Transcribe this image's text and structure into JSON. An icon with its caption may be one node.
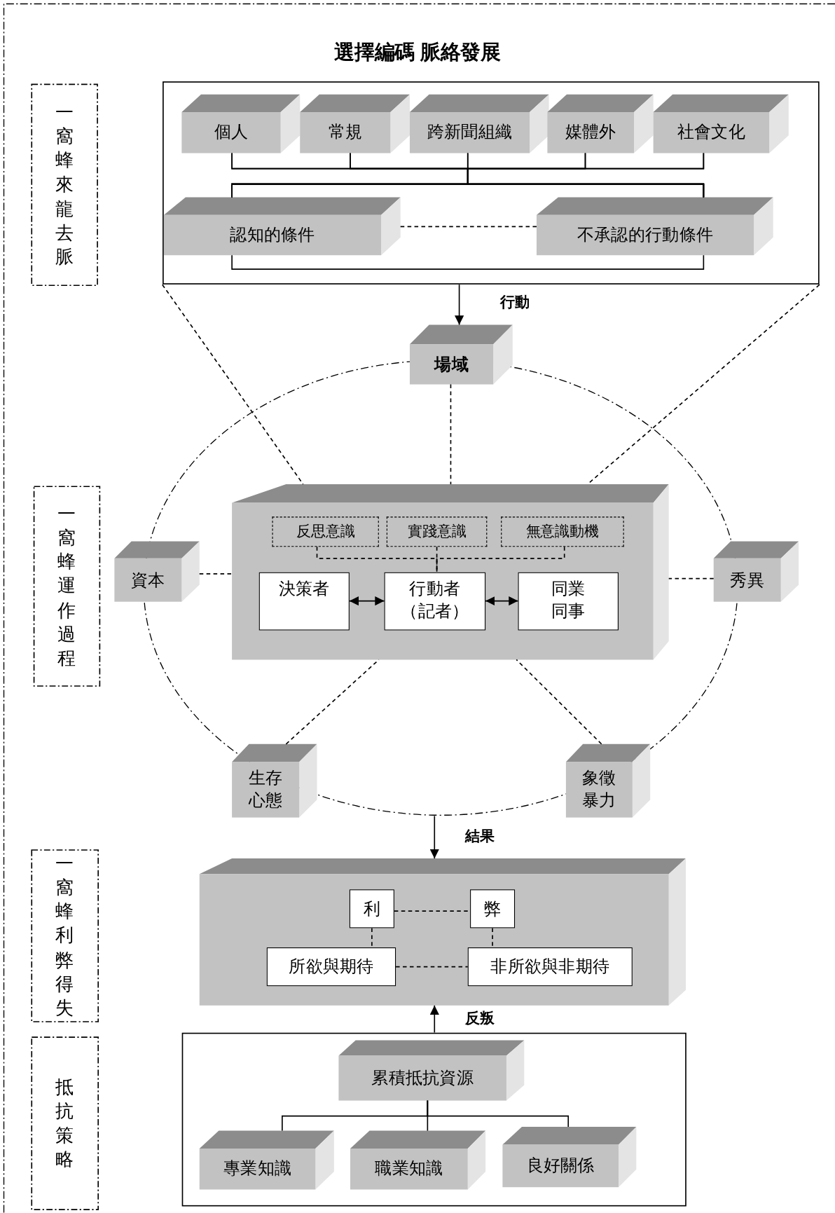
{
  "diagram": {
    "title": "選擇編碼 脈絡發展",
    "nodes": [
      {
        "text": [
          "一窩蜂來龍去脈"
        ]
      },
      {
        "text": [],
        "shape": "box"
      },
      {
        "text": [
          "個人"
        ],
        "in": 1
      },
      {
        "text": [
          "常規"
        ],
        "in": 1
      },
      {
        "text": [
          "跨新聞組織"
        ],
        "in": 1
      },
      {
        "text": [
          "媒體外"
        ],
        "in": 1
      },
      {
        "text": [
          "社會文化"
        ],
        "in": 1
      },
      {
        "text": [
          "認知的條件"
        ],
        "in": 1
      },
      {
        "text": [
          "不承認的行動條件"
        ],
        "in": 1
      },
      {
        "text": [
          "場域"
        ]
      },
      {
        "text": [
          "一窩蜂運作過程"
        ]
      },
      {
        "text": [],
        "shape": "ellipse"
      },
      {
        "text": [
          "資本"
        ]
      },
      {
        "text": [],
        "shape": "cube",
        "in": 11
      },
      {
        "text": [
          "反思意識"
        ],
        "in": 13
      },
      {
        "text": [
          "實踐意識"
        ],
        "in": 13
      },
      {
        "text": [
          "無意識動機"
        ],
        "in": 13
      },
      {
        "text": [
          "決策者"
        ],
        "in": 13
      },
      {
        "text": [
          "行動者（記者）"
        ],
        "in": 13
      },
      {
        "text": [
          "同業同事"
        ],
        "in": 13
      },
      {
        "text": [
          "秀異"
        ]
      },
      {
        "text": [
          "生存心態"
        ]
      },
      {
        "text": [
          "象徵暴力"
        ]
      },
      {
        "text": [
          "一窩蜂利弊得失"
        ]
      },
      {
        "text": [],
        "shape": "cube"
      },
      {
        "text": [
          "利"
        ],
        "in": 24
      },
      {
        "text": [
          "弊"
        ],
        "in": 24
      },
      {
        "text": [
          "所欲與期待"
        ],
        "in": 24
      },
      {
        "text": [
          "非所欲與非期待"
        ],
        "in": 24
      },
      {
        "text": [
          "抵抗策略"
        ]
      },
      {
        "text": [],
        "shape": "box"
      },
      {
        "text": [
          "累積抵抗資源"
        ],
        "in": 30
      },
      {
        "text": [
          "專業知識"
        ],
        "in": 30
      },
      {
        "text": [
          "職業知識"
        ],
        "in": 30
      },
      {
        "text": [
          "良好關係"
        ],
        "in": 30
      }
    ],
    "edges": [
      {
        "from": 2,
        "to": 7,
        "arrow": "none"
      },
      {
        "from": 3,
        "to": 7,
        "arrow": "none"
      },
      {
        "from": 4,
        "to": 7,
        "arrow": "none"
      },
      {
        "from": 5,
        "to": 7,
        "arrow": "none"
      },
      {
        "from": 6,
        "to": 7,
        "arrow": "none"
      },
      {
        "from": 2,
        "to": 8,
        "arrow": "none"
      },
      {
        "from": 3,
        "to": 8,
        "arrow": "none"
      },
      {
        "from": 4,
        "to": 8,
        "arrow": "none"
      },
      {
        "from": 5,
        "to": 8,
        "arrow": "none"
      },
      {
        "from": 6,
        "to": 8,
        "arrow": "none"
      },
      {
        "from": 7,
        "to": 8,
        "arrow": "none",
        "style": "dashed"
      },
      {
        "from": 7,
        "to": 8,
        "arrow": "none"
      },
      {
        "from": 1,
        "to": 9,
        "arrow": "to",
        "label": "行動"
      },
      {
        "from": 1,
        "to": 13,
        "arrow": "none",
        "style": "dashed"
      },
      {
        "from": 1,
        "to": 13,
        "arrow": "none",
        "style": "dashed"
      },
      {
        "from": 9,
        "to": 13,
        "arrow": "none",
        "style": "dashed"
      },
      {
        "from": 12,
        "to": 13,
        "arrow": "none",
        "style": "dashed"
      },
      {
        "from": 20,
        "to": 13,
        "arrow": "none",
        "style": "dashed"
      },
      {
        "from": 21,
        "to": 13,
        "arrow": "none",
        "style": "dashed"
      },
      {
        "from": 22,
        "to": 13,
        "arrow": "none",
        "style": "dashed"
      },
      {
        "from": 17,
        "to": 18,
        "arrow": "both"
      },
      {
        "from": 18,
        "to": 19,
        "arrow": "both"
      },
      {
        "from": 14,
        "to": 18,
        "arrow": "none",
        "style": "dashed"
      },
      {
        "from": 15,
        "to": 18,
        "arrow": "none",
        "style": "dashed"
      },
      {
        "from": 16,
        "to": 18,
        "arrow": "none",
        "style": "dashed"
      },
      {
        "from": 11,
        "to": 24,
        "arrow": "to",
        "label": "結果"
      },
      {
        "from": 25,
        "to": 26,
        "arrow": "none",
        "style": "dashed"
      },
      {
        "from": 25,
        "to": 27,
        "arrow": "none",
        "style": "dashed"
      },
      {
        "from": 26,
        "to": 28,
        "arrow": "none",
        "style": "dashed"
      },
      {
        "from": 27,
        "to": 28,
        "arrow": "none",
        "style": "dashed"
      },
      {
        "from": 30,
        "to": 24,
        "arrow": "to",
        "label": "反叛"
      },
      {
        "from": 31,
        "to": 32,
        "arrow": "none"
      },
      {
        "from": 31,
        "to": 33,
        "arrow": "none"
      },
      {
        "from": 31,
        "to": 34,
        "arrow": "none"
      }
    ]
  }
}
